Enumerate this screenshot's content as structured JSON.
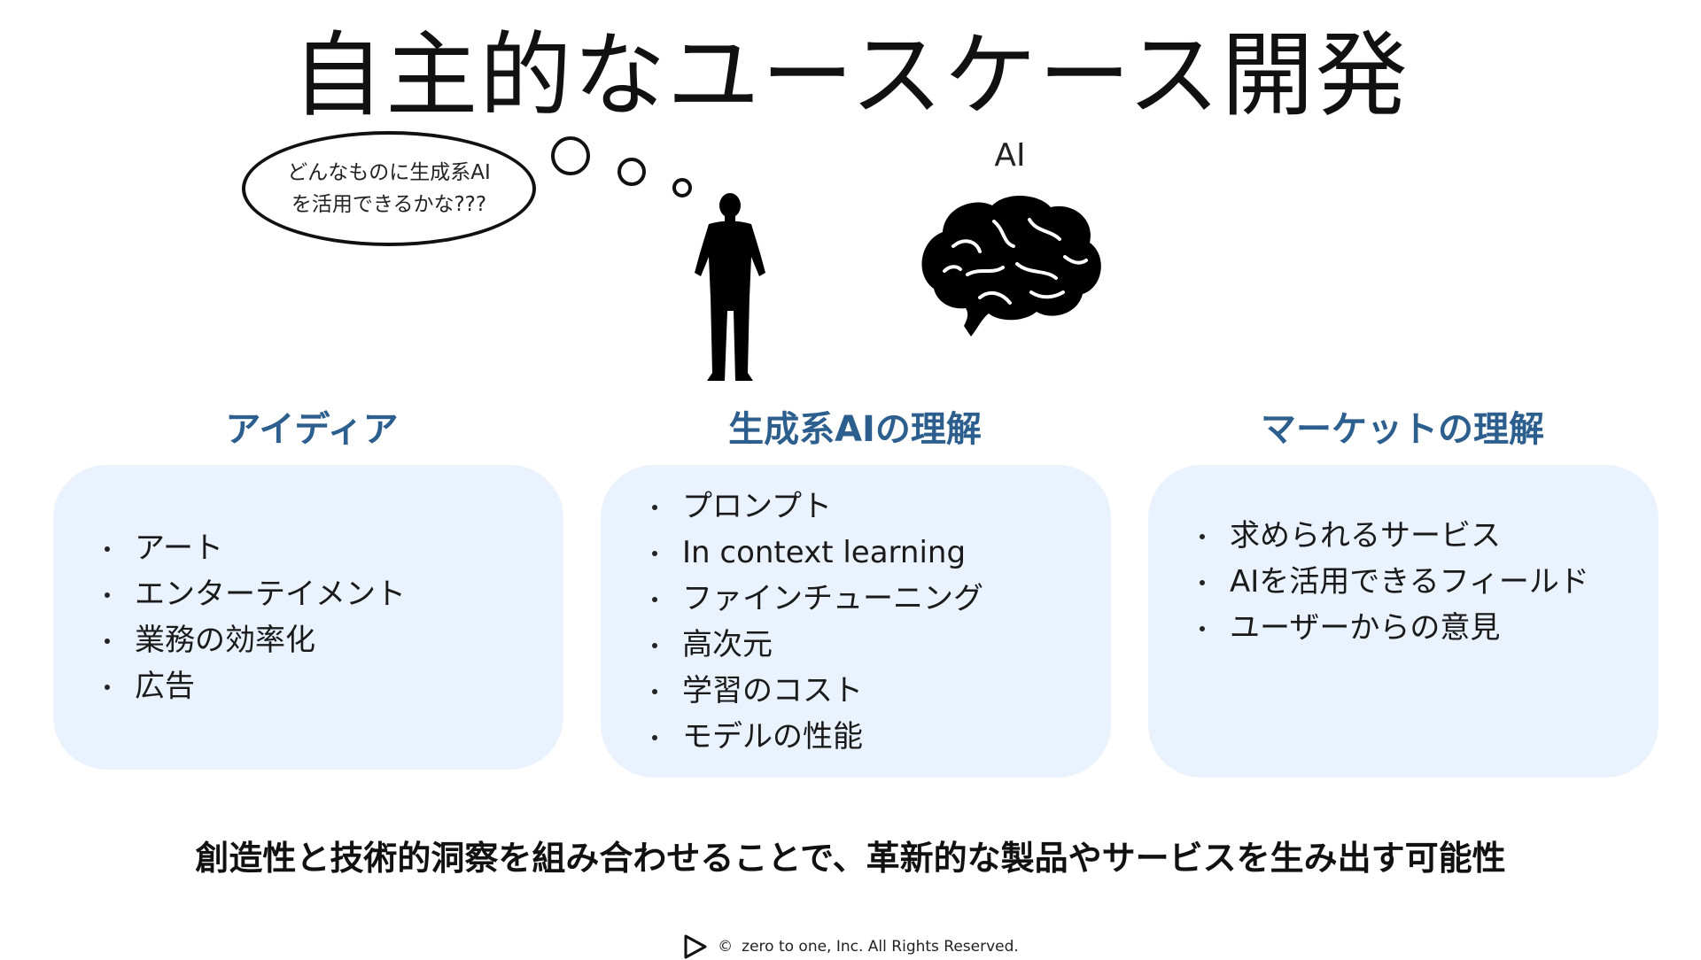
{
  "slide": {
    "title": "自主的なユースケース開発",
    "thought_bubble": {
      "line1": "どんなものに生成系AI",
      "line2": "を活用できるかな???"
    },
    "ai_label": "AI",
    "sections": [
      {
        "title": "アイディア",
        "items": [
          "アート",
          "エンターテイメント",
          "業務の効率化",
          "広告"
        ]
      },
      {
        "title": "生成系AIの理解",
        "items": [
          "プロンプト",
          "In context learning",
          "ファインチューニング",
          "高次元",
          "学習のコスト",
          "モデルの性能"
        ]
      },
      {
        "title": "マーケットの理解",
        "items": [
          "求められるサービス",
          "AIを活用できるフィールド",
          "ユーザーからの意見"
        ]
      }
    ],
    "bottom_text": "創造性と技術的洞察を組み合わせることで、革新的な製品やサービスを生み出す可能性",
    "footer": {
      "copyright_symbol": "©",
      "text": "zero to one, Inc. All Rights Reserved."
    }
  },
  "icons": {
    "thinker": "person-silhouette-icon",
    "ai": "brain-icon",
    "logo": "play-triangle-logo-icon"
  },
  "colors": {
    "section_title": "#2d5f8e",
    "card_background": "#e9f2fd",
    "text": "#111111"
  }
}
